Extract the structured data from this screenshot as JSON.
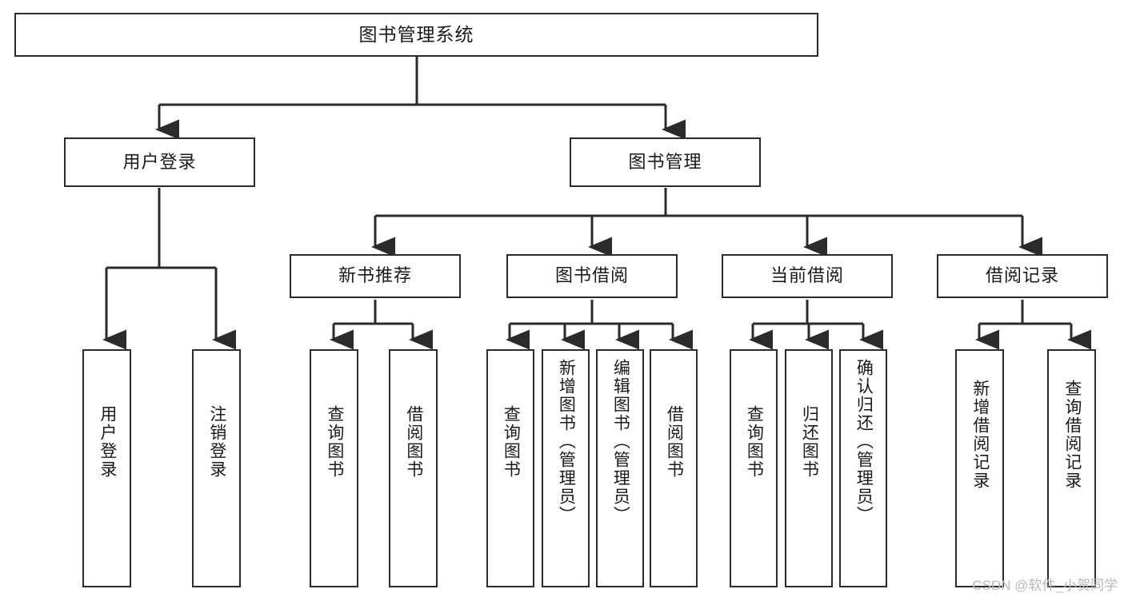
{
  "diagram": {
    "title": "图书管理系统",
    "type": "tree-hierarchy-chart",
    "watermark": "CSDN @软件_小贺同学"
  },
  "colors": {
    "stroke": "#2b2b2b",
    "background": "#ffffff",
    "text": "#1a1a1a",
    "watermark": "#b8b8b8"
  },
  "nodes": {
    "root": {
      "label": "图书管理系统"
    },
    "level2": [
      {
        "label": "用户登录"
      },
      {
        "label": "图书管理"
      }
    ],
    "level3": [
      {
        "label": "新书推荐"
      },
      {
        "label": "图书借阅"
      },
      {
        "label": "当前借阅"
      },
      {
        "label": "借阅记录"
      }
    ],
    "leaves_user_login": [
      {
        "label": "用户登录"
      },
      {
        "label": "注销登录"
      }
    ],
    "leaves_new_book": [
      {
        "label": "查询图书"
      },
      {
        "label": "借阅图书"
      }
    ],
    "leaves_borrow": [
      {
        "label": "查询图书"
      },
      {
        "label": "新增图书（管理员）"
      },
      {
        "label": "编辑图书（管理员）"
      },
      {
        "label": "借阅图书"
      }
    ],
    "leaves_current": [
      {
        "label": "查询图书"
      },
      {
        "label": "归还图书"
      },
      {
        "label": "确认归还（管理员）"
      }
    ],
    "leaves_records": [
      {
        "label": "新增借阅记录"
      },
      {
        "label": "查询借阅记录"
      }
    ]
  }
}
